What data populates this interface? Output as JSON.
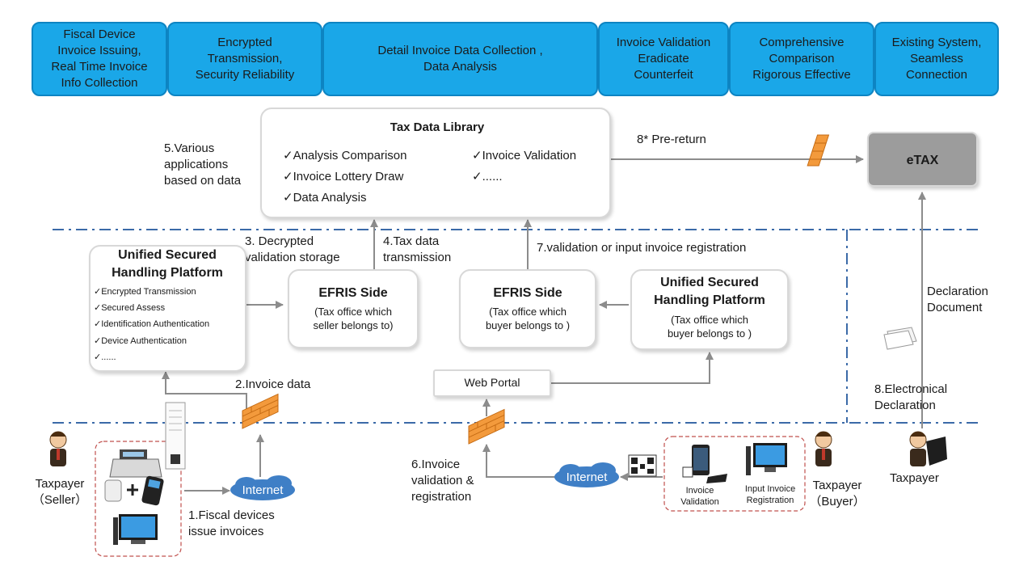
{
  "header_cells": [
    "Fiscal Device\nInvoice Issuing,\nReal Time Invoice\nInfo Collection",
    "Encrypted\nTransmission,\nSecurity Reliability",
    "Detail Invoice Data Collection ,\nData Analysis",
    "Invoice Validation\nEradicate\nCounterfeit",
    "Comprehensive\nComparison\nRigorous Effective",
    "Existing  System,\nSeamless\nConnection"
  ],
  "tax_data_library": {
    "title": "Tax Data Library",
    "items": [
      "✓Analysis Comparison",
      "✓Invoice Lottery Draw",
      "✓Data Analysis",
      "✓Invoice Validation",
      "✓......"
    ]
  },
  "etax": {
    "label": "eTAX"
  },
  "labels": {
    "various_apps": "5.Various\napplications\nbased on data",
    "pre_return": "8* Pre-return",
    "decrypted": "3. Decrypted\nvalidation storage",
    "tax_transmission": "4.Tax data\ntransmission",
    "validation_input": "7.validation or input invoice registration",
    "declaration_doc": "Declaration\nDocument",
    "invoice_data": "2.Invoice data",
    "electronic_decl": "8.Electronical\nDeclaration",
    "web_portal": "Web Portal",
    "invoice_validation_reg": "6.Invoice\nvalidation &\nregistration",
    "fiscal_devices": "1.Fiscal  devices\nissue  invoices",
    "internet_left": "Internet",
    "internet_right": "Internet",
    "taxpayer_seller": "Taxpayer\n（Seller）",
    "taxpayer_buyer": "Taxpayer\n（Buyer）",
    "taxpayer": "Taxpayer",
    "invoice_validation_icon": "Invoice\nValidation",
    "input_invoice_reg": "Input Invoice\nRegistration"
  },
  "unified_left": {
    "title": "Unified Secured\nHandling Platform",
    "items": [
      "✓Encrypted  Transmission",
      "✓Secured  Assess",
      "✓Identification Authentication",
      "✓Device Authentication",
      "✓......"
    ]
  },
  "efris_seller": {
    "title": "EFRIS  Side",
    "sub": "(Tax office which\nseller belongs to)"
  },
  "efris_buyer": {
    "title": "EFRIS Side",
    "sub": "(Tax office which\nbuyer belongs to )"
  },
  "unified_right": {
    "title": "Unified Secured\nHandling Platform",
    "sub": "(Tax office which\nbuyer belongs to )"
  },
  "colors": {
    "header_fill": "#1aa7e8",
    "firewall": "#f39a3c",
    "internet": "#3f7fc6",
    "dash_line": "#3b6aa8",
    "etax_fill": "#9c9c9c"
  }
}
